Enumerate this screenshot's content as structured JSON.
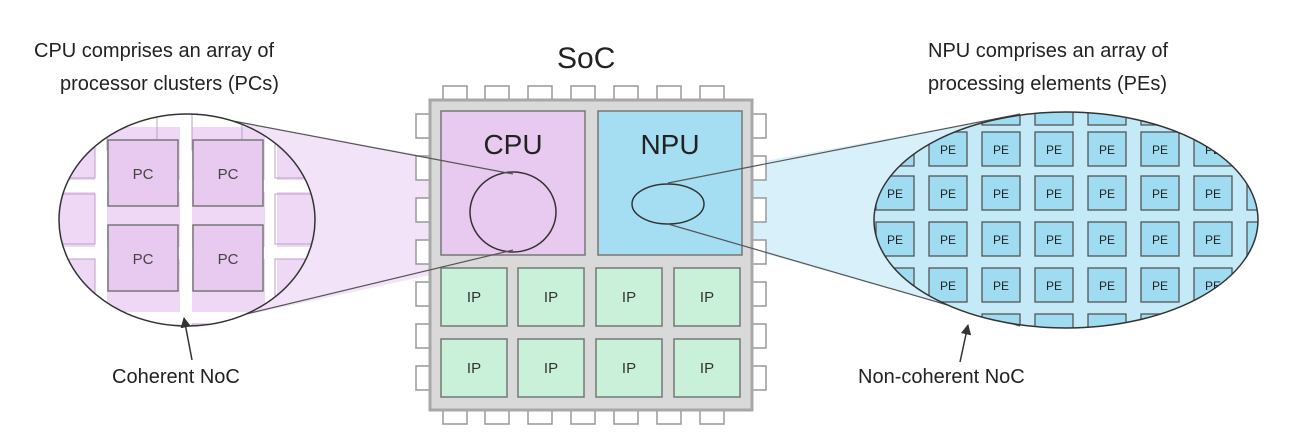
{
  "soc": {
    "title": "SoC",
    "cpu_label": "CPU",
    "npu_label": "NPU",
    "ip_label": "IP"
  },
  "cpu_callout": {
    "line1": "CPU comprises an array of",
    "line2": "processor clusters (PCs)",
    "cell_label": "PC",
    "noc_label": "Coherent NoC"
  },
  "npu_callout": {
    "line1": "NPU comprises an array of",
    "line2": "processing elements (PEs)",
    "cell_label": "PE",
    "noc_label": "Non-coherent NoC"
  },
  "colors": {
    "chip_outline": "#a8a8a8",
    "chip_fill": "#d9d9d9",
    "cpu_fill": "#e8c9f0",
    "npu_fill": "#a5def2",
    "ip_fill": "#c9f1d9",
    "pc_grid_fill": "#eed8f5",
    "pe_grid_fill": "#c4e9f7",
    "pe_cell_fill": "#9fdcf1"
  }
}
